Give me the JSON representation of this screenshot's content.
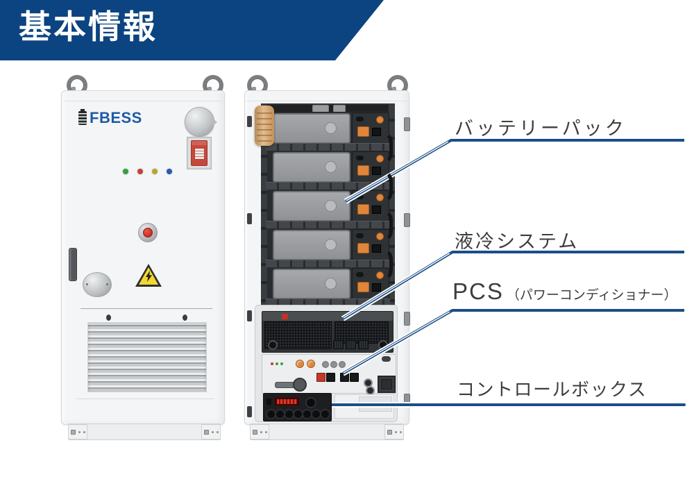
{
  "header": {
    "title": "基本情報"
  },
  "colors": {
    "accent": "#0c4381",
    "line": "#1b4e87",
    "label-text": "#3d3d3d",
    "brand": "#1e5aa6",
    "connector-orange": "#e0863a",
    "warning-yellow": "#f0d832",
    "estop-red": "#cf2d24"
  },
  "callouts": [
    {
      "id": "battery-pack",
      "label": "バッテリーパック"
    },
    {
      "id": "liquid-cooling",
      "label": "液冷システム"
    },
    {
      "id": "pcs",
      "label": "PCS",
      "label_sub": "（パワーコンディショナー）"
    },
    {
      "id": "control-box",
      "label": "コントロールボックス"
    }
  ],
  "cabinet_closed": {
    "brand": "FBESS",
    "indicator_leds": [
      {
        "name": "green",
        "color": "#33a03c"
      },
      {
        "name": "red",
        "color": "#c4403a"
      },
      {
        "name": "yellow",
        "color": "#b7a62e"
      },
      {
        "name": "blue",
        "color": "#2b57b0"
      }
    ]
  },
  "cabinet_open": {
    "battery_pack_count": 5
  }
}
